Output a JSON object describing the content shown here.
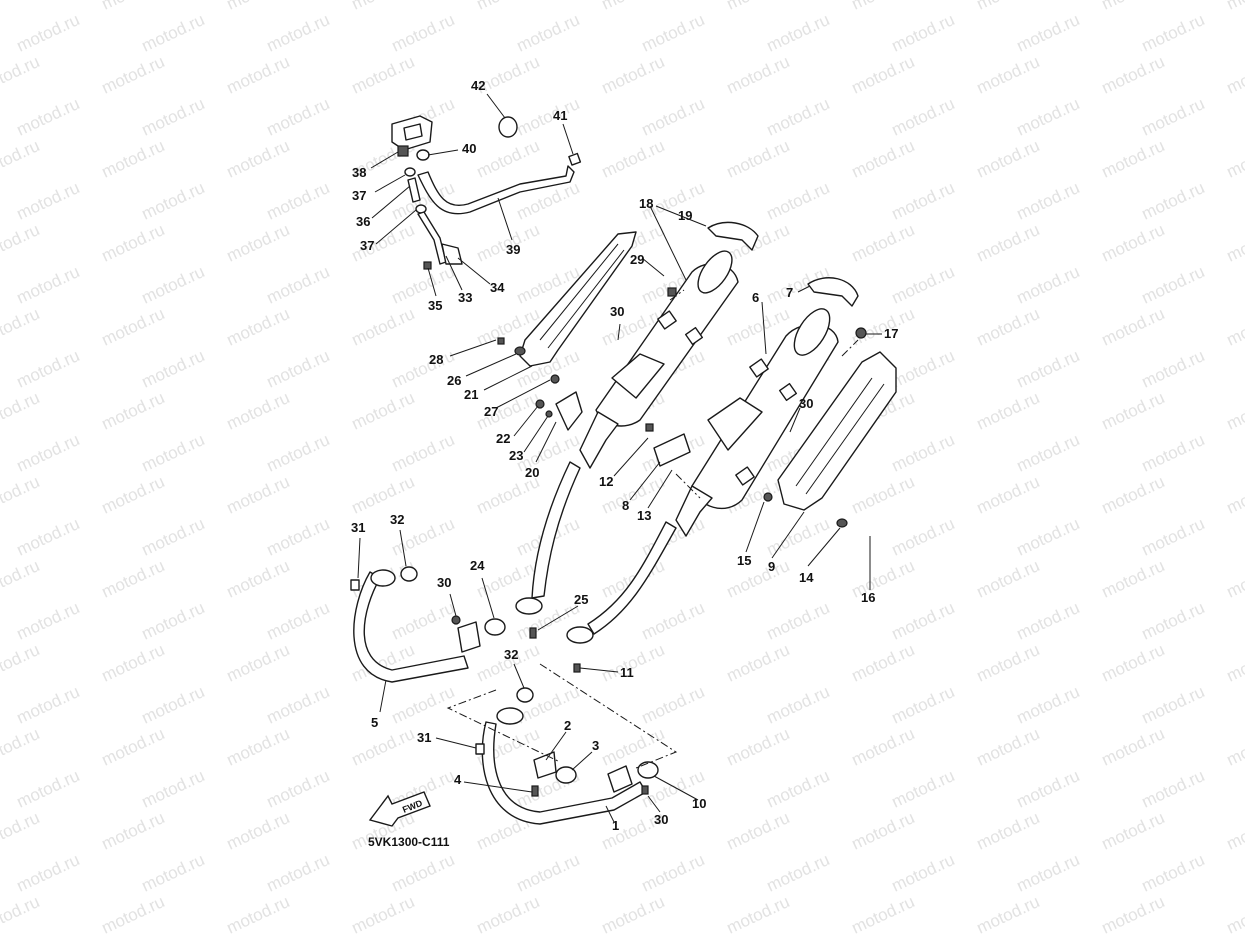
{
  "watermark": "motod.ru",
  "diagram_code": "5VK1300-C111",
  "fwd_label": "FWD",
  "callouts": [
    {
      "label": "1"
    },
    {
      "label": "2"
    },
    {
      "label": "3"
    },
    {
      "label": "4"
    },
    {
      "label": "5"
    },
    {
      "label": "6"
    },
    {
      "label": "7"
    },
    {
      "label": "8"
    },
    {
      "label": "9"
    },
    {
      "label": "10"
    },
    {
      "label": "11"
    },
    {
      "label": "12"
    },
    {
      "label": "13"
    },
    {
      "label": "14"
    },
    {
      "label": "15"
    },
    {
      "label": "16"
    },
    {
      "label": "17"
    },
    {
      "label": "18"
    },
    {
      "label": "19"
    },
    {
      "label": "20"
    },
    {
      "label": "21"
    },
    {
      "label": "22"
    },
    {
      "label": "23"
    },
    {
      "label": "24"
    },
    {
      "label": "25"
    },
    {
      "label": "26"
    },
    {
      "label": "27"
    },
    {
      "label": "28"
    },
    {
      "label": "29"
    },
    {
      "label": "30"
    },
    {
      "label": "30"
    },
    {
      "label": "30"
    },
    {
      "label": "30"
    },
    {
      "label": "31"
    },
    {
      "label": "31"
    },
    {
      "label": "32"
    },
    {
      "label": "32"
    },
    {
      "label": "33"
    },
    {
      "label": "34"
    },
    {
      "label": "35"
    },
    {
      "label": "36"
    },
    {
      "label": "37"
    },
    {
      "label": "37"
    },
    {
      "label": "38"
    },
    {
      "label": "39"
    },
    {
      "label": "40"
    },
    {
      "label": "41"
    },
    {
      "label": "42"
    }
  ]
}
